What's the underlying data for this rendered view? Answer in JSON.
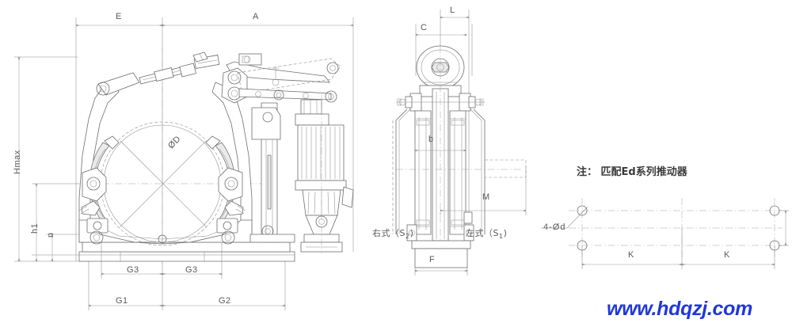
{
  "drawing": {
    "title": "Thruster drum brake general arrangement drawing",
    "background": "#ffffff",
    "line_color": "#6e6e6e",
    "dim_color": "#8a8a8a",
    "note_color": "#3a3a3a",
    "watermark_color": "#2038d8"
  },
  "note": {
    "text": "注： 匹配Ed系列推动器"
  },
  "watermark": {
    "text": "www.hdqzj.com"
  },
  "front_view": {
    "name": "front-elevation",
    "dimensions": {
      "E": "E",
      "A": "A",
      "Hmax": "Hmax",
      "h1": "h1",
      "n": "n",
      "G1": "G1",
      "G2": "G2",
      "G3_left": "G3",
      "G3_right": "G3",
      "drum_diameter": "ØD"
    }
  },
  "side_view": {
    "name": "side-elevation",
    "dimensions": {
      "L": "L",
      "C": "C",
      "b": "b",
      "M": "M",
      "F": "F"
    },
    "variants": {
      "right_hand": "右式（S2）",
      "right_hand_main": "右式（S",
      "right_hand_sub": "2",
      "left_hand": "左式（S1）",
      "left_hand_main": "左式（S",
      "left_hand_sub": "1"
    }
  },
  "bolt_pattern_view": {
    "name": "mounting-hole-pattern",
    "callout": "4-Ød",
    "dimensions": {
      "K_left": "K",
      "K_right": "K"
    }
  }
}
